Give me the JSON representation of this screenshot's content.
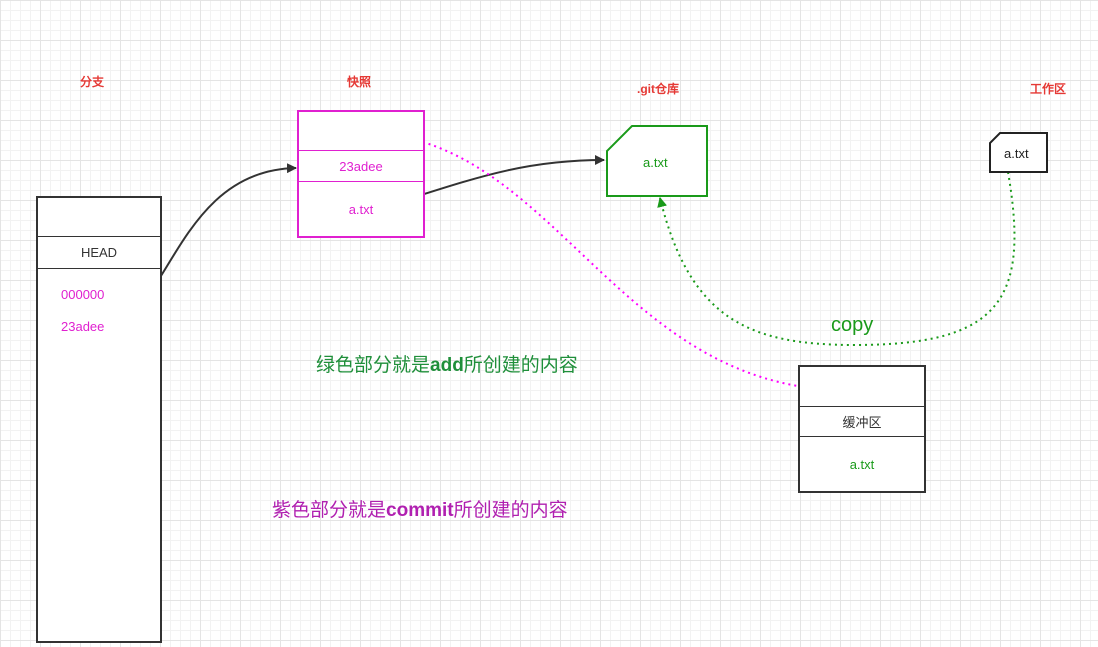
{
  "headings": {
    "branch": "分支",
    "snapshot": "快照",
    "repo": ".git仓库",
    "workspace": "工作区"
  },
  "branch_box": {
    "head": "HEAD",
    "hash_1": "000000",
    "hash_2": "23adee"
  },
  "snapshot_box": {
    "hash": "23adee",
    "file": "a.txt"
  },
  "repo_object": {
    "file": "a.txt"
  },
  "workspace_file": {
    "file": "a.txt"
  },
  "staging_box": {
    "title": "缓冲区",
    "file": "a.txt"
  },
  "copy_label": "copy",
  "captions": {
    "add_prefix": "绿色部分就是",
    "add_keyword": "add",
    "add_suffix": "所创建的内容",
    "commit_prefix": "紫色部分就是",
    "commit_keyword": "commit",
    "commit_suffix": "所创建的内容"
  },
  "colors": {
    "heading_red": "#e53935",
    "magenta": "#e020d0",
    "green": "#1a9a1a",
    "dark": "#333333",
    "add_caption": "#1f8f3a",
    "commit_caption": "#b020b0"
  }
}
